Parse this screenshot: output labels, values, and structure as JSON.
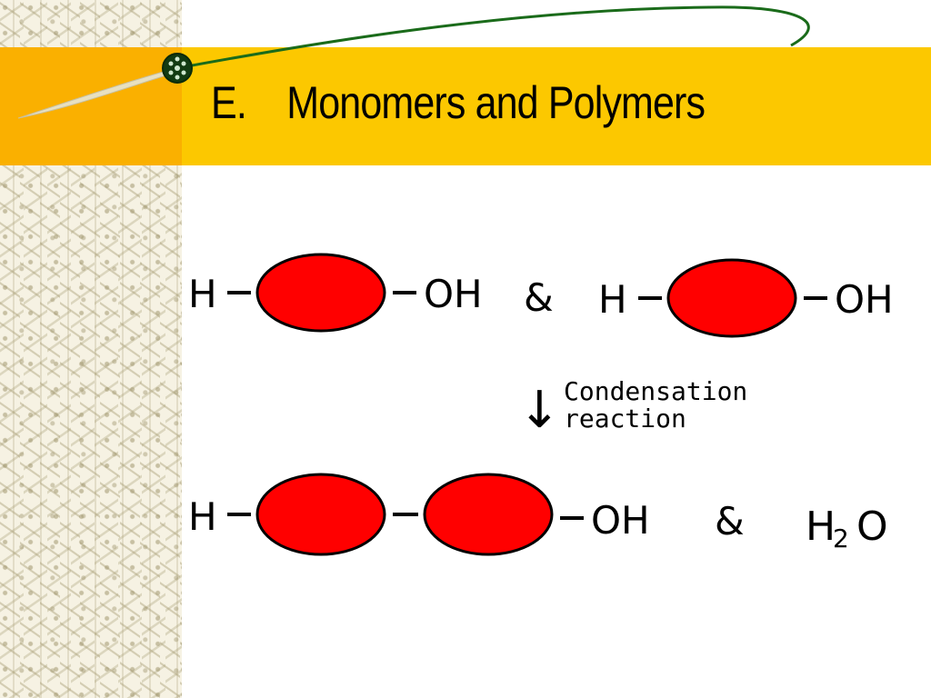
{
  "slide": {
    "title": "E.    Monomers and Polymers"
  },
  "colors": {
    "title_band": "#fcc800",
    "monomer_fill": "#ff0000",
    "swoosh": "#1a6b1a"
  },
  "diagram": {
    "reactants": {
      "monomer_1": {
        "left_group": "H",
        "right_group": "OH"
      },
      "joiner": "&",
      "monomer_2": {
        "left_group": "H",
        "right_group": "OH"
      }
    },
    "reaction": {
      "arrow": "↓",
      "label_line_1": "Condensation",
      "label_line_2": "reaction"
    },
    "products": {
      "dimer": {
        "left_group": "H",
        "right_group": "OH"
      },
      "joiner": "&",
      "water": {
        "h": "H",
        "subscript": "2",
        "o": "O"
      }
    }
  }
}
